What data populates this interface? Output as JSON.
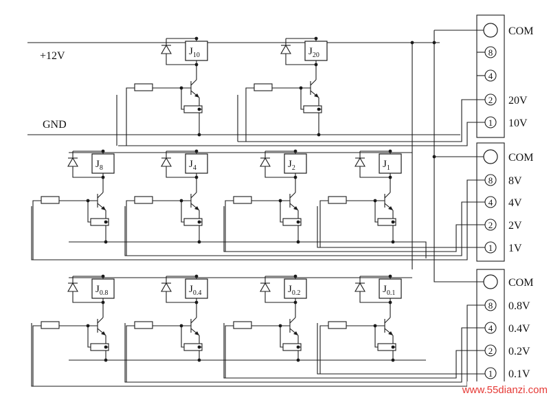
{
  "rails": {
    "positive": "+12V",
    "ground": "GND"
  },
  "header": [
    {
      "pins": [
        "",
        "8",
        "4",
        "2",
        "1"
      ],
      "labels": [
        "COM",
        "",
        "",
        "20V",
        "10V"
      ]
    },
    {
      "pins": [
        "",
        "8",
        "4",
        "2",
        "1"
      ],
      "labels": [
        "COM",
        "8V",
        "4V",
        "2V",
        "1V"
      ]
    },
    {
      "pins": [
        "",
        "8",
        "4",
        "2",
        "1"
      ],
      "labels": [
        "COM",
        "0.8V",
        "0.4V",
        "0.2V",
        "0.1V"
      ]
    }
  ],
  "relay_groups": [
    [
      {
        "base": "J",
        "sub": "10"
      },
      {
        "base": "J",
        "sub": "20"
      }
    ],
    [
      {
        "base": "J",
        "sub": "8"
      },
      {
        "base": "J",
        "sub": "4"
      },
      {
        "base": "J",
        "sub": "2"
      },
      {
        "base": "J",
        "sub": "1"
      }
    ],
    [
      {
        "base": "J",
        "sub": "0.8"
      },
      {
        "base": "J",
        "sub": "0.4"
      },
      {
        "base": "J",
        "sub": "0.2"
      },
      {
        "base": "J",
        "sub": "0.1"
      }
    ]
  ],
  "watermark": "www.55dianzi.com",
  "colors": {
    "line": "#1a1a1a",
    "paper": "#ffffff",
    "watermark": "#e53935"
  }
}
